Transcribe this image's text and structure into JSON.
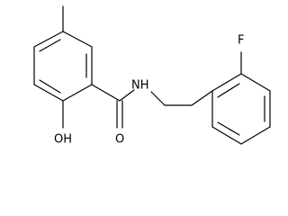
{
  "structure": {
    "atoms": {
      "oh": "OH",
      "o": "O",
      "nh": "NH",
      "f": "F"
    }
  }
}
